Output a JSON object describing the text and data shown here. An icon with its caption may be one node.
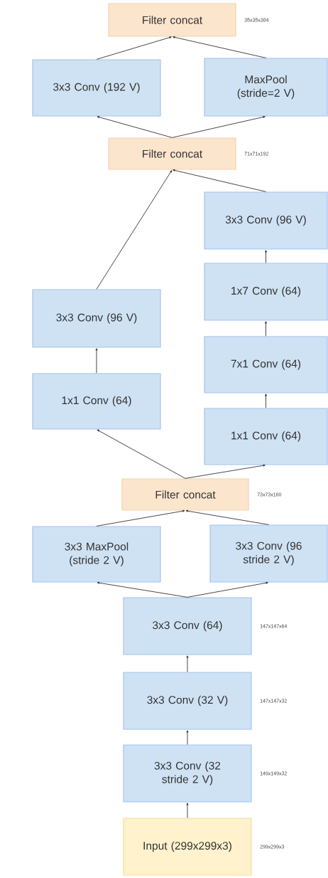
{
  "diagram": {
    "nodes": [
      {
        "text": [
          "Filter concat"
        ],
        "beside": [
          "35x35x384"
        ]
      },
      {
        "text": [
          "3x3 Conv (192 V)"
        ]
      },
      {
        "text": [
          "MaxPool (stride=2 V)"
        ]
      },
      {
        "text": [
          "Filter concat"
        ],
        "beside": [
          "71x71x192"
        ]
      },
      {
        "text": [
          "3x3 Conv (96 V)"
        ]
      },
      {
        "text": [
          "1x7 Conv (64)"
        ]
      },
      {
        "text": [
          "3x3 Conv (96 V)"
        ]
      },
      {
        "text": [
          "7x1 Conv (64)"
        ]
      },
      {
        "text": [
          "1x1 Conv (64)"
        ]
      },
      {
        "text": [
          "1x1 Conv (64)"
        ]
      },
      {
        "text": [
          "Filter concat"
        ],
        "beside": [
          "73x73x160"
        ]
      },
      {
        "text": [
          "3x3 MaxPool (stride 2 V)"
        ]
      },
      {
        "text": [
          "3x3 Conv (96 stride 2 V)"
        ]
      },
      {
        "text": [
          "3x3 Conv (64)"
        ],
        "beside": [
          "147x147x64"
        ]
      },
      {
        "text": [
          "3x3 Conv (32 V)"
        ],
        "beside": [
          "147x147x32"
        ]
      },
      {
        "text": [
          "3x3 Conv (32 stride 2 V)"
        ],
        "beside": [
          "149x149x32"
        ]
      },
      {
        "text": [
          "Input (299x299x3)"
        ],
        "beside": [
          "299x299x3"
        ]
      }
    ],
    "edges": [
      {
        "from": 16,
        "to": 15,
        "arrow": "to"
      },
      {
        "from": 15,
        "to": 14,
        "arrow": "to"
      },
      {
        "from": 14,
        "to": 13,
        "arrow": "to"
      },
      {
        "from": 13,
        "to": 11,
        "arrow": "to"
      },
      {
        "from": 13,
        "to": 12,
        "arrow": "to"
      },
      {
        "from": 11,
        "to": 10,
        "arrow": "to"
      },
      {
        "from": 12,
        "to": 10,
        "arrow": "to"
      },
      {
        "from": 10,
        "to": 8,
        "arrow": "to"
      },
      {
        "from": 10,
        "to": 9,
        "arrow": "to"
      },
      {
        "from": 8,
        "to": 6,
        "arrow": "to"
      },
      {
        "from": 9,
        "to": 7,
        "arrow": "to"
      },
      {
        "from": 7,
        "to": 5,
        "arrow": "to"
      },
      {
        "from": 5,
        "to": 4,
        "arrow": "to"
      },
      {
        "from": 6,
        "to": 3,
        "arrow": "to"
      },
      {
        "from": 4,
        "to": 3,
        "arrow": "to"
      },
      {
        "from": 3,
        "to": 1,
        "arrow": "to"
      },
      {
        "from": 3,
        "to": 2,
        "arrow": "to"
      },
      {
        "from": 1,
        "to": 0,
        "arrow": "to"
      },
      {
        "from": 2,
        "to": 0,
        "arrow": "to"
      }
    ]
  }
}
